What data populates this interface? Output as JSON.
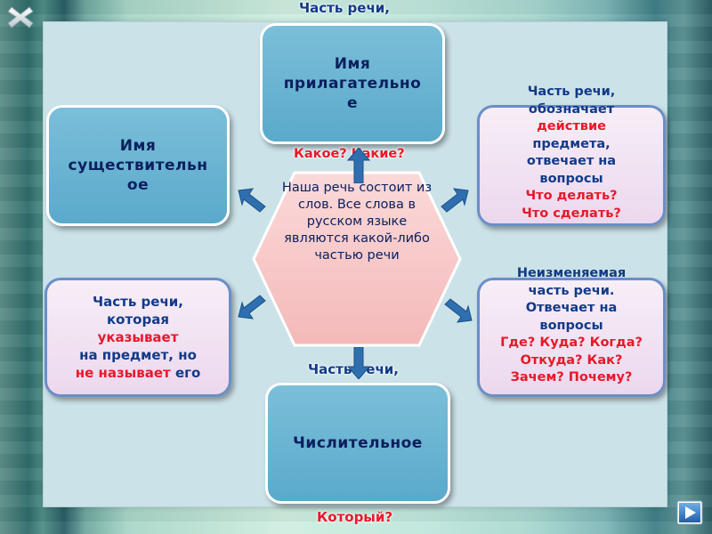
{
  "top_label": "Часть речи,",
  "center_text": "Наша речь состоит из слов. Все слова в русском языке являются какой-либо частью речи",
  "adjective": {
    "title_lines": [
      "Имя",
      "прилагательно",
      "е"
    ],
    "question": "Какое? Какие?"
  },
  "noun": {
    "title_lines": [
      "Имя",
      "существительн",
      "ое"
    ]
  },
  "verb": {
    "lines": [
      "Часть речи,",
      "обозначает"
    ],
    "lines_red": [
      "действие"
    ],
    "lines2": [
      "предмета,",
      "отвечает на",
      "вопросы"
    ],
    "q1": "Что делать?",
    "q2": "Что сделать?"
  },
  "pronoun": {
    "l1": "Часть речи,",
    "l2": "которая",
    "l3": "указывает",
    "l4": "на предмет, но",
    "l5a": "не называет",
    "l5b": " его"
  },
  "adverb": {
    "l1": "Неизменяемая",
    "l2": "часть речи.",
    "l3": "Отвечает на",
    "l4": "вопросы",
    "q1": "Где? Куда? Когда?",
    "q2": "Откуда? Как?",
    "q3": "Зачем? Почему?"
  },
  "numeral": {
    "label_above": "Часть речи,",
    "title": "Числительное",
    "question": "Который?"
  },
  "colors": {
    "blue_box": "#5aa9cc",
    "pink_box": "#ecd8ee",
    "hexagon": "#f7c9c9",
    "arrow": "#2f6fb0",
    "text_navy": "#123a88",
    "text_red": "#e8182a"
  },
  "icons": [
    "close-icon",
    "next-arrow-icon"
  ]
}
